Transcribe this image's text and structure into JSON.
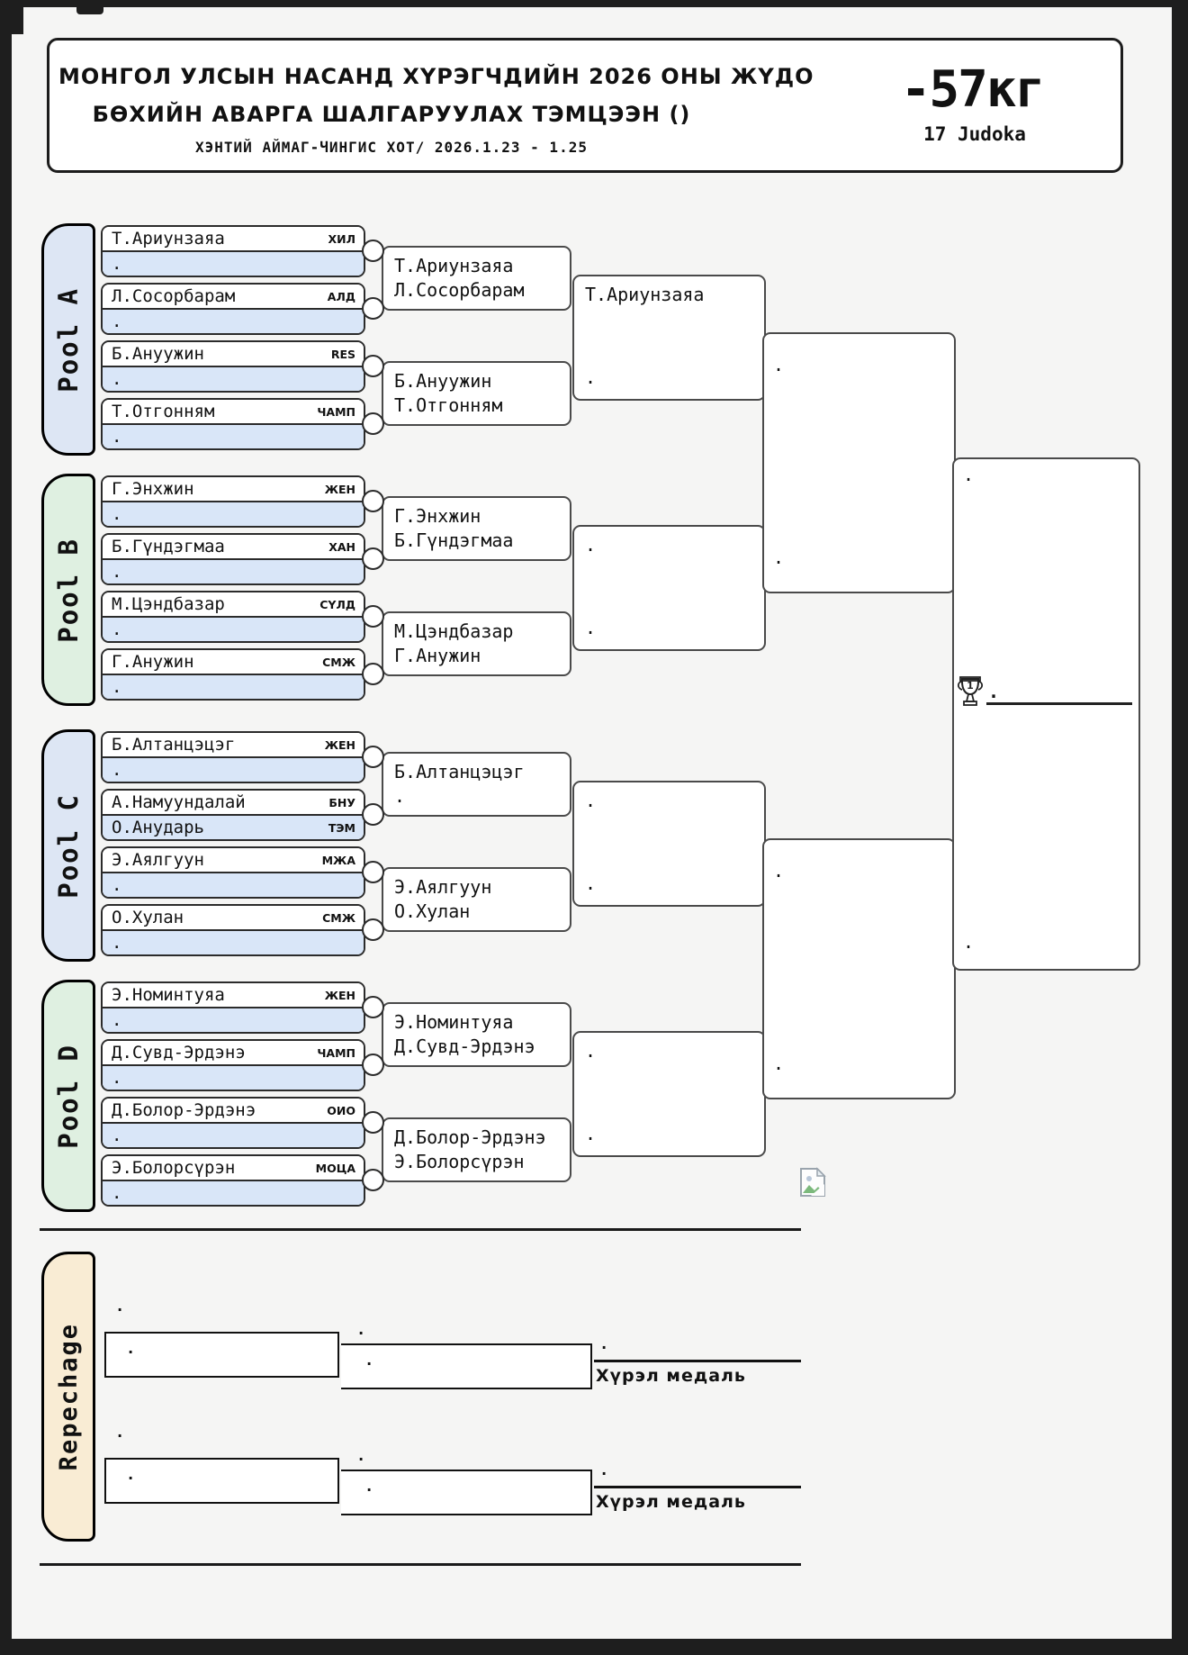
{
  "header": {
    "title_line1": "МОНГОЛ УЛСЫН НАСАНД ХҮРЭГЧДИЙН 2026 ОНЫ ЖҮДО",
    "title_line2": "БӨХИЙН АВАРГА ШАЛГАРУУЛАХ ТЭМЦЭЭН ()",
    "subtitle": "ХЭНТИЙ АЙМАГ-ЧИНГИС ХОТ/ 2026.1.23 - 1.25",
    "weight_class": "-57кг",
    "judoka_count": "17 Judoka"
  },
  "colors": {
    "pool_blue": "#dde6f4",
    "pool_green": "#dff0e1",
    "repechage_tan": "#f9ecd4",
    "athlete_result_row_blue": "#d9e6f8"
  },
  "pools": [
    {
      "label": "Pool A",
      "athletes": [
        {
          "rows": [
            {
              "name": "Т.Ариунзаяа",
              "org": "ХИЛ"
            },
            {
              "name": ".",
              "org": ""
            }
          ]
        },
        {
          "rows": [
            {
              "name": "Л.Сосорбарам",
              "org": "АЛД"
            },
            {
              "name": ".",
              "org": ""
            }
          ]
        },
        {
          "rows": [
            {
              "name": "Б.Ануужин",
              "org": "RES"
            },
            {
              "name": ".",
              "org": ""
            }
          ]
        },
        {
          "rows": [
            {
              "name": "Т.Отгонням",
              "org": "ЧАМП"
            },
            {
              "name": ".",
              "org": ""
            }
          ]
        }
      ],
      "round2": [
        {
          "line1": "Т.Ариунзаяа",
          "line2": "Л.Сосорбарам"
        },
        {
          "line1": "Б.Ануужин",
          "line2": "Т.Отгонням"
        }
      ],
      "quarterfinal": {
        "slot1": "Т.Ариунзаяа",
        "slot2": "."
      }
    },
    {
      "label": "Pool B",
      "athletes": [
        {
          "rows": [
            {
              "name": "Г.Энхжин",
              "org": "ЖЕН"
            },
            {
              "name": ".",
              "org": ""
            }
          ]
        },
        {
          "rows": [
            {
              "name": "Б.Гүндэгмаа",
              "org": "ХАН"
            },
            {
              "name": ".",
              "org": ""
            }
          ]
        },
        {
          "rows": [
            {
              "name": "М.Цэндбазар",
              "org": "СҮЛД"
            },
            {
              "name": ".",
              "org": ""
            }
          ]
        },
        {
          "rows": [
            {
              "name": "Г.Анужин",
              "org": "СМЖ"
            },
            {
              "name": ".",
              "org": ""
            }
          ]
        }
      ],
      "round2": [
        {
          "line1": "Г.Энхжин",
          "line2": "Б.Гүндэгмаа"
        },
        {
          "line1": "М.Цэндбазар",
          "line2": "Г.Анужин"
        }
      ],
      "quarterfinal": {
        "slot1": ".",
        "slot2": "."
      }
    },
    {
      "label": "Pool C",
      "athletes": [
        {
          "rows": [
            {
              "name": "Б.Алтанцэцэг",
              "org": "ЖЕН"
            },
            {
              "name": ".",
              "org": ""
            }
          ]
        },
        {
          "rows": [
            {
              "name": "А.Намуундалай",
              "org": "БНУ"
            },
            {
              "name": "О.Анударь",
              "org": "ТЭМ"
            }
          ]
        },
        {
          "rows": [
            {
              "name": "Э.Аялгуун",
              "org": "МЖА"
            },
            {
              "name": ".",
              "org": ""
            }
          ]
        },
        {
          "rows": [
            {
              "name": "О.Хулан",
              "org": "СМЖ"
            },
            {
              "name": ".",
              "org": ""
            }
          ]
        }
      ],
      "round2": [
        {
          "line1": "Б.Алтанцэцэг",
          "line2": "."
        },
        {
          "line1": "Э.Аялгуун",
          "line2": "О.Хулан"
        }
      ],
      "quarterfinal": {
        "slot1": ".",
        "slot2": "."
      }
    },
    {
      "label": "Pool D",
      "athletes": [
        {
          "rows": [
            {
              "name": "Э.Номинтуяа",
              "org": "ЖЕН"
            },
            {
              "name": ".",
              "org": ""
            }
          ]
        },
        {
          "rows": [
            {
              "name": "Д.Сувд-Эрдэнэ",
              "org": "ЧАМП"
            },
            {
              "name": ".",
              "org": ""
            }
          ]
        },
        {
          "rows": [
            {
              "name": "Д.Болор-Эрдэнэ",
              "org": "ОИО"
            },
            {
              "name": ".",
              "org": ""
            }
          ]
        },
        {
          "rows": [
            {
              "name": "Э.Болорсүрэн",
              "org": "МОЦА"
            },
            {
              "name": ".",
              "org": ""
            }
          ]
        }
      ],
      "round2": [
        {
          "line1": "Э.Номинтуяа",
          "line2": "Д.Сувд-Эрдэнэ"
        },
        {
          "line1": "Д.Болор-Эрдэнэ",
          "line2": "Э.Болорсүрэн"
        }
      ],
      "quarterfinal": {
        "slot1": ".",
        "slot2": "."
      }
    }
  ],
  "semifinals": [
    {
      "slot1": ".",
      "slot2": "."
    },
    {
      "slot1": ".",
      "slot2": "."
    }
  ],
  "final": {
    "slot1": ".",
    "slot2": "."
  },
  "champion": {
    "trophy_rank": "1",
    "result": "."
  },
  "repechage": {
    "label": "Repechage",
    "brackets": [
      {
        "top_dot": ".",
        "box1_dot": ".",
        "mid_dot": ".",
        "box2_dot": ".",
        "final_dot": ".",
        "medal_label": "Хүрэл медаль"
      },
      {
        "top_dot": ".",
        "box1_dot": ".",
        "mid_dot": ".",
        "box2_dot": ".",
        "final_dot": ".",
        "medal_label": "Хүрэл медаль"
      }
    ]
  }
}
